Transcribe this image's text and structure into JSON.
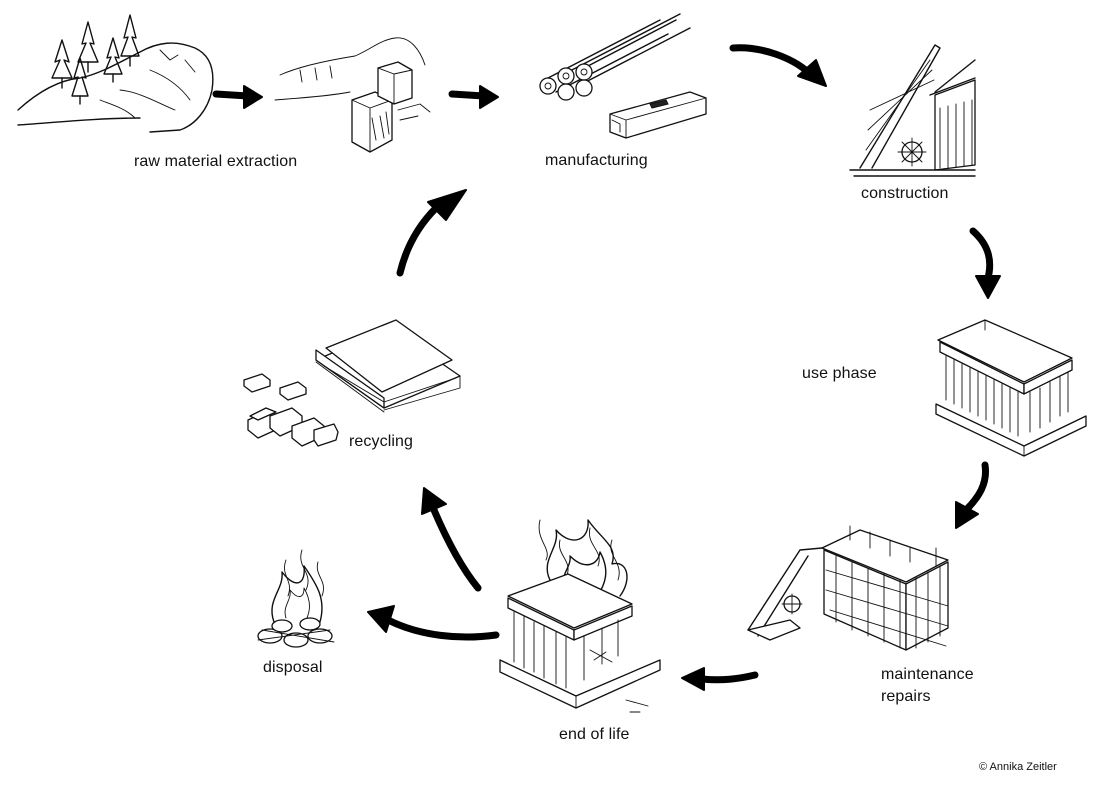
{
  "stages": {
    "raw_material_extraction": "raw material extraction",
    "manufacturing": "manufacturing",
    "construction": "construction",
    "use_phase": "use phase",
    "maintenance_repairs": "maintenance repairs",
    "end_of_life": "end of life",
    "recycling": "recycling",
    "disposal": "disposal"
  },
  "credit": "© Annika Zeitler"
}
